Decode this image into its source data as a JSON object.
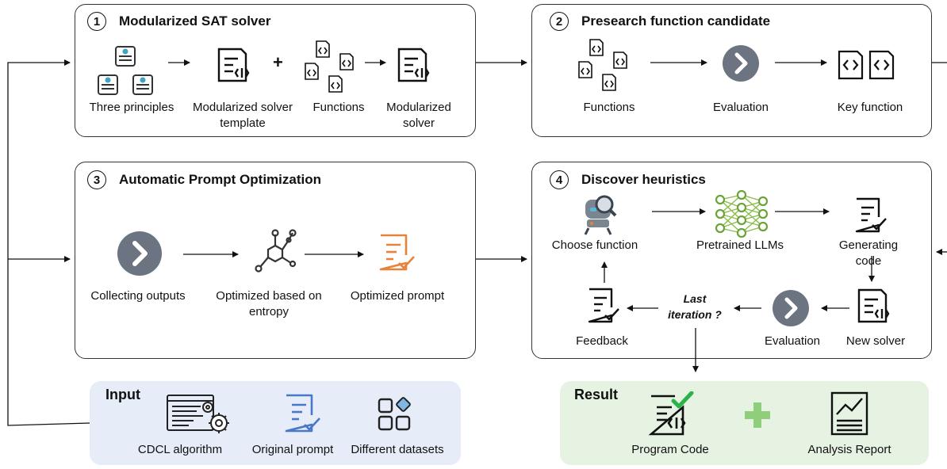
{
  "step1": {
    "num": "1",
    "title": "Modularized SAT solver",
    "labels": {
      "principles": "Three principles",
      "template": "Modularized solver\ntemplate",
      "functions": "Functions",
      "solver": "Modularized\nsolver"
    },
    "plus": "+"
  },
  "step2": {
    "num": "2",
    "title": "Presearch function candidate",
    "labels": {
      "functions": "Functions",
      "evaluation": "Evaluation",
      "key": "Key function"
    }
  },
  "step3": {
    "num": "3",
    "title": "Automatic Prompt Optimization",
    "labels": {
      "collect": "Collecting outputs",
      "optimized": "Optimized based on\nentropy",
      "prompt": "Optimized prompt"
    }
  },
  "step4": {
    "num": "4",
    "title": "Discover heuristics",
    "labels": {
      "choose": "Choose function",
      "llm": "Pretrained LLMs",
      "gen": "Generating code",
      "feedback": "Feedback",
      "eval": "Evaluation",
      "new": "New solver",
      "question": "Last\niteration ?"
    }
  },
  "input": {
    "title": "Input",
    "labels": {
      "cdcl": "CDCL algorithm",
      "orig": "Original prompt",
      "datasets": "Different datasets"
    }
  },
  "result": {
    "title": "Result",
    "labels": {
      "code": "Program Code",
      "report": "Analysis Report"
    }
  },
  "colors": {
    "orange": "#e8823a",
    "blue": "#4a78c8",
    "green": "#2bb34a",
    "plus_green": "#8fce7a",
    "gray": "#6b7480",
    "input_bg": "#e6edf8",
    "result_bg": "#e6f2e2"
  }
}
